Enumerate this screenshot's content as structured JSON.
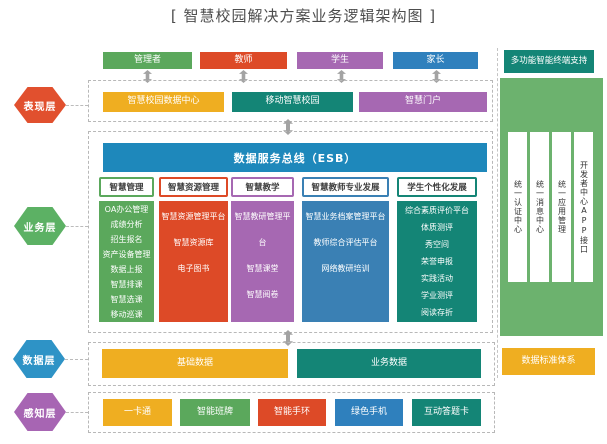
{
  "title": "[ 智慧校园解决方案业务逻辑架构图 ]",
  "palette": {
    "green": "#5ba85c",
    "red_orange": "#dd4a27",
    "purple": "#a668b2",
    "blue": "#2f80bd",
    "steel_blue": "#3a80b4",
    "yellow": "#efae21",
    "teal": "#148576",
    "esb_blue": "#1e88bb",
    "panel_green": "#6cb26e",
    "hex_presentation": "#e1502e",
    "hex_business": "#5cb164",
    "hex_data": "#2e93c6",
    "hex_perception": "#a765b3"
  },
  "roles": [
    {
      "label": "管理者"
    },
    {
      "label": "教师"
    },
    {
      "label": "学生"
    },
    {
      "label": "家长"
    }
  ],
  "presentation_layer": {
    "label": "表现层",
    "items": [
      "智慧校园数据中心",
      "移动智慧校园",
      "智慧门户"
    ]
  },
  "business_layer": {
    "label": "业务层",
    "esb": "数据服务总线（ESB）",
    "columns": [
      {
        "header": "智慧管理",
        "items": [
          "OA办公管理",
          "成绩分析",
          "招生报名",
          "资产设备管理",
          "数据上报",
          "智慧排课",
          "智慧选课",
          "移动巡课"
        ]
      },
      {
        "header": "智慧资源管理",
        "items": [
          "智慧资源管理平台",
          "智慧资源库",
          "电子图书"
        ]
      },
      {
        "header": "智慧教学",
        "items": [
          "智慧教研管理平台",
          "智慧课堂",
          "智慧阅卷"
        ]
      },
      {
        "header": "智慧教师专业发展",
        "items": [
          "智慧业务档案管理平台",
          "教师综合评估平台",
          "网络教研培训"
        ]
      },
      {
        "header": "学生个性化发展",
        "items": [
          "综合素质评价平台",
          "体质测评",
          "秀空间",
          "荣誉申报",
          "实践活动",
          "学业测评",
          "阅读存折"
        ]
      }
    ]
  },
  "data_layer": {
    "label": "数据层",
    "items": [
      "基础数据",
      "业务数据"
    ]
  },
  "perception_layer": {
    "label": "感知层",
    "items": [
      "一卡通",
      "智能班牌",
      "智能手环",
      "绿色手机",
      "互动答题卡"
    ]
  },
  "right_panel": {
    "terminal_support": "多功能智能终端支持",
    "pillars": [
      "统一认证中心",
      "统一消息中心",
      "统一应用管理",
      "开发者中心APP接口"
    ],
    "data_standard": "数据标准体系"
  }
}
